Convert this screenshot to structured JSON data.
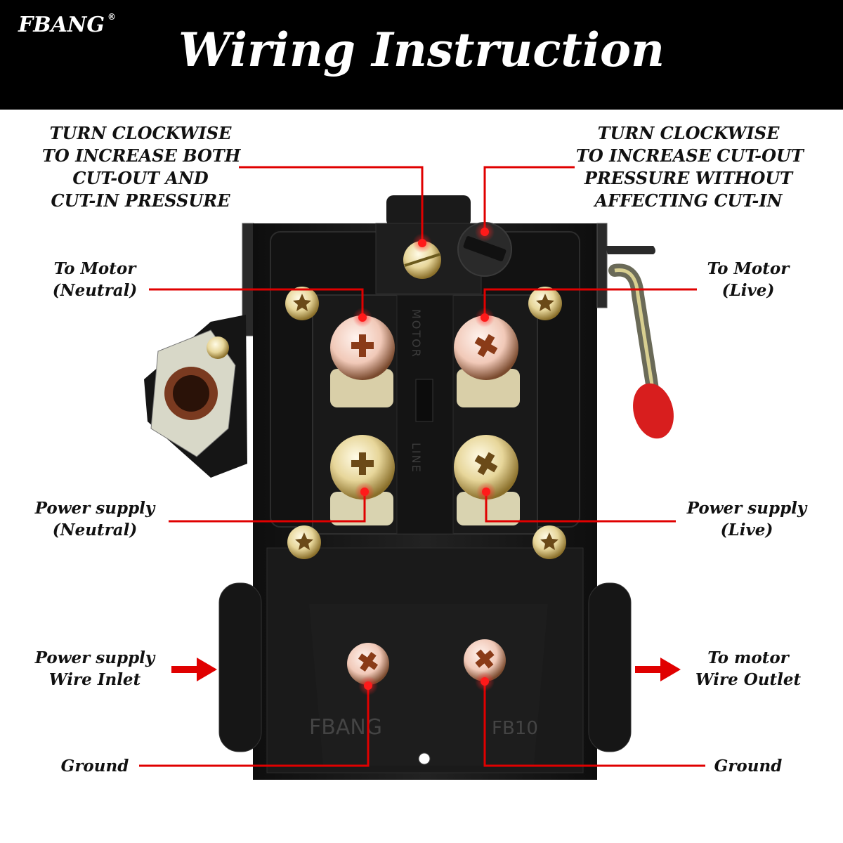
{
  "header": {
    "brand": "FBANG",
    "brand_mark": "®",
    "title": "Wiring Instruction"
  },
  "colors": {
    "header_bg": "#000000",
    "callout_line": "#e00000",
    "arrow": "#e00000",
    "switch_body": "#1b1b1b",
    "lever_cap": "#d81e1e"
  },
  "callouts": {
    "adjust_both": [
      "TURN CLOCKWISE",
      "TO INCREASE BOTH",
      "CUT-OUT AND",
      "CUT-IN PRESSURE"
    ],
    "adjust_cutout": [
      "TURN CLOCKWISE",
      "TO INCREASE CUT-OUT",
      "PRESSURE WITHOUT",
      "AFFECTING CUT-IN"
    ],
    "motor_neutral": [
      "To Motor",
      "(Neutral)"
    ],
    "motor_live": [
      "To Motor",
      "(Live)"
    ],
    "supply_neutral": [
      "Power supply",
      "(Neutral)"
    ],
    "supply_live": [
      "Power supply",
      "(Live)"
    ],
    "wire_inlet": [
      "Power supply",
      "Wire Inlet"
    ],
    "wire_outlet": [
      "To motor",
      "Wire Outlet"
    ],
    "ground_left": [
      "Ground"
    ],
    "ground_right": [
      "Ground"
    ]
  },
  "device": {
    "terminal_label_motor": "MOTOR",
    "terminal_label_line": "LINE",
    "emboss_brand": "FBANG",
    "emboss_model": "FB10",
    "icons": [
      "adjust-screw-icon",
      "cutout-dial-icon",
      "terminal-screw-icon",
      "ground-screw-icon",
      "unloader-lever-icon",
      "pressure-port-icon",
      "arrow-right-icon"
    ]
  }
}
